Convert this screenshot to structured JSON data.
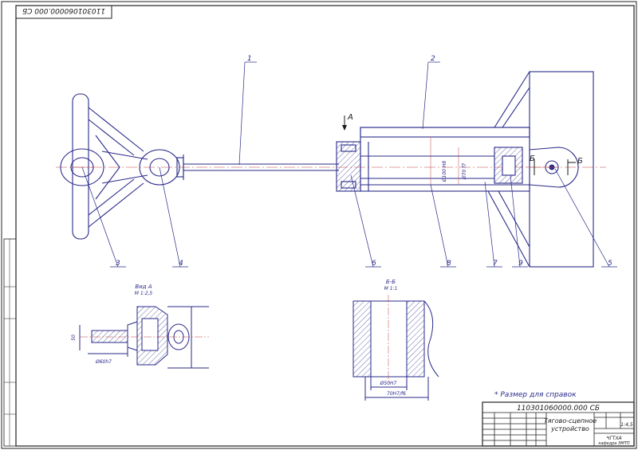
{
  "stamp_code": "110301060000.000 СБ",
  "title_code": "110301060000.000 СБ",
  "title_name_line1": "Тягово-сцепное",
  "title_name_line2": "устройство",
  "org_line1": "ЧГТХА",
  "org_line2": "кафедра ЭМТП",
  "scale": "1:4,5",
  "note": "* Размер для справок",
  "callouts": [
    "1",
    "2",
    "3",
    "4",
    "5",
    "6",
    "7",
    "8",
    "9"
  ],
  "view_a_label": "Вид А",
  "view_a_scale": "М 1:2,5",
  "section_label": "Б-Б",
  "section_scale": "М 1:1",
  "arrow_a": "А",
  "arrow_b": "Б",
  "dim_view_a_1": "50",
  "dim_view_a_2": "Ø60h7",
  "dim_sec_1": "Ø50H7",
  "dim_sec_2": "70H7/f6",
  "dim_main_1": "Ø100 H8",
  "dim_main_2": "Ø70 f7",
  "colors": {
    "line": "#2a2a8a",
    "axis": "#c04040",
    "accent": "#8a8acf"
  }
}
